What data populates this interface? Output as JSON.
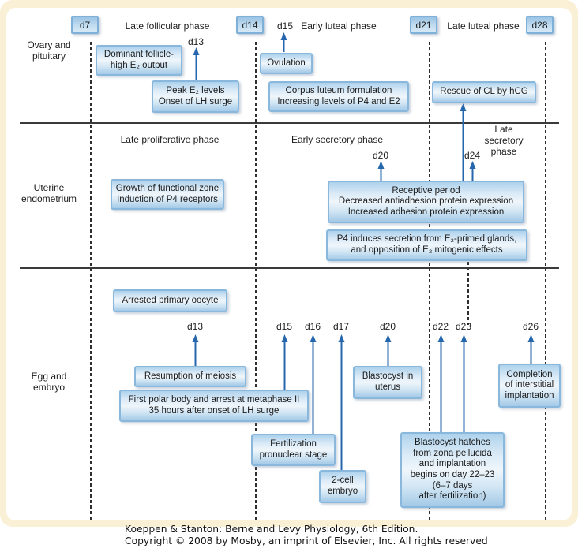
{
  "footer": {
    "line1": "Koeppen & Stanton: Berne and Levy Physiology, 6th Edition.",
    "line2": "Copyright © 2008 by Mosby, an imprint of Elsevier, Inc. All rights reserved"
  },
  "row_labels": {
    "ovary": "Ovary and\npituitary",
    "uterine": "Uterine\nendometrium",
    "egg": "Egg and\nembryo"
  },
  "day_boxes": {
    "d7": "d7",
    "d14": "d14",
    "d21": "d21",
    "d28": "d28"
  },
  "phase_labels": {
    "late_follicular": "Late follicular phase",
    "early_luteal": "Early luteal phase",
    "late_luteal": "Late luteal phase",
    "late_proliferative": "Late proliferative phase",
    "early_secretory": "Early secretory phase",
    "late_secretory": "Late\nsecretory\nphase"
  },
  "day_labels": {
    "top_d13": "d13",
    "top_d15": "d15",
    "mid_d20": "d20",
    "mid_d24": "d24",
    "egg_d13": "d13",
    "egg_d15": "d15",
    "egg_d16": "d16",
    "egg_d17": "d17",
    "egg_d20": "d20",
    "egg_d22": "d22",
    "egg_d23": "d23",
    "egg_d26": "d26"
  },
  "boxes": {
    "dominant_follicle": "Dominant follicle-\nhigh E₂ output",
    "peak_e2": "Peak E₂ levels\nOnset of LH surge",
    "ovulation": "Ovulation",
    "corpus_luteum": "Corpus luteum formulation\nIncreasing levels of P4 and E2",
    "rescue_cl": "Rescue of CL by hCG",
    "growth_zone": "Growth of functional zone\nInduction of P4 receptors",
    "receptive": "Receptive period\nDecreased antiadhesion protein expression\nIncreased adhesion protein expression",
    "p4_induces": "P4 induces secretion from E₂-primed glands,\nand opposition of E₂ mitogenic effects",
    "arrested": "Arrested primary oocyte",
    "resumption": "Resumption of meiosis",
    "first_polar": "First polar body and arrest at metaphase II\n35 hours after onset of LH surge",
    "fertilization": "Fertilization\npronuclear stage",
    "two_cell": "2-cell\nembryo",
    "blastocyst_uterus": "Blastocyst in\nuterus",
    "blastocyst_hatches": "Blastocyst hatches\nfrom zona pellucida\nand implantation\nbegins on day 22–23\n(6–7 days\nafter fertilization)",
    "completion": "Completion\nof interstitial\nimplantation"
  },
  "colors": {
    "cream_background": "#faf0d5",
    "box_border_blue": "#89b8dc",
    "box_fill_light": "#eff6fb",
    "arrow_blue": "#2566ad",
    "line_dark": "#3a3a3a"
  }
}
